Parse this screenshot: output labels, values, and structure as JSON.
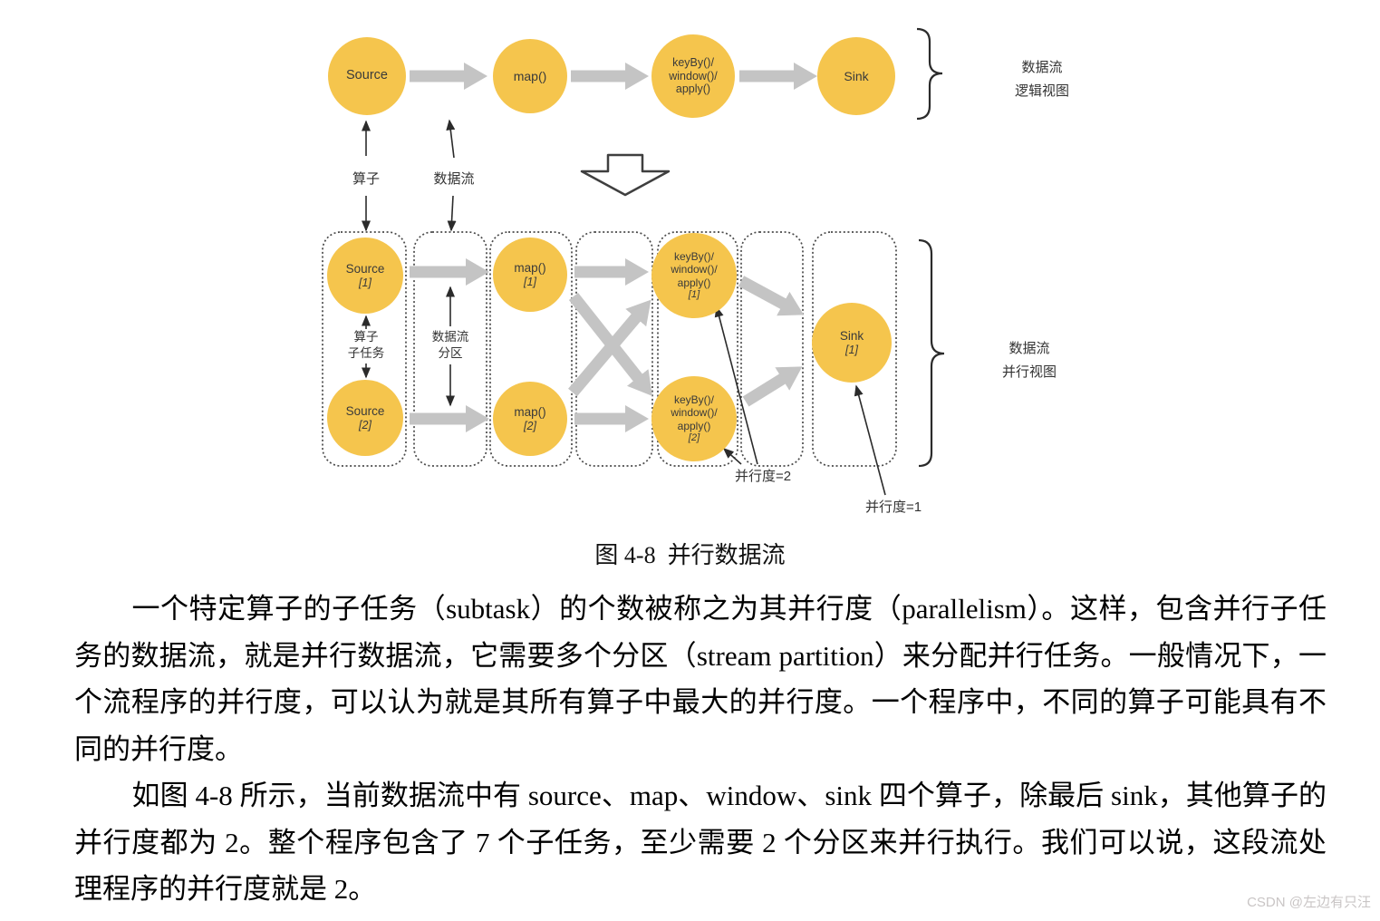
{
  "figure": {
    "logical": {
      "source": "Source",
      "map": "map()",
      "keyby": [
        "keyBy()/",
        "window()/",
        "apply()"
      ],
      "sink": "Sink",
      "bracket": [
        "数据流",
        "逻辑视图"
      ]
    },
    "labels": {
      "operator": "算子",
      "dataflow": "数据流",
      "subtask": [
        "算子",
        "子任务"
      ],
      "partition": [
        "数据流",
        "分区"
      ],
      "parallelism_2": "并行度=2",
      "parallelism_1": "并行度=1"
    },
    "parallel": {
      "source1": [
        "Source",
        "[1]"
      ],
      "source2": [
        "Source",
        "[2]"
      ],
      "map1": [
        "map()",
        "[1]"
      ],
      "map2": [
        "map()",
        "[2]"
      ],
      "keyby1": [
        "keyBy()/",
        "window()/",
        "apply()",
        "[1]"
      ],
      "keyby2": [
        "keyBy()/",
        "window()/",
        "apply()",
        "[2]"
      ],
      "sink1": [
        "Sink",
        "[1]"
      ],
      "bracket": [
        "数据流",
        "并行视图"
      ]
    },
    "colors": {
      "node_fill": "#F5C54D",
      "flow_arrow": "#C4C4C4",
      "line": "#2b2b2b"
    }
  },
  "caption": "图 4-8  并行数据流",
  "body": {
    "p1": "一个特定算子的子任务（subtask）的个数被称之为其并行度（parallelism）。这样，包含并行子任务的数据流，就是并行数据流，它需要多个分区（stream partition）来分配并行任务。一般情况下，一个流程序的并行度，可以认为就是其所有算子中最大的并行度。一个程序中，不同的算子可能具有不同的并行度。",
    "p2": "如图 4-8 所示，当前数据流中有 source、map、window、sink 四个算子，除最后 sink，其他算子的并行度都为 2。整个程序包含了 7 个子任务，至少需要 2 个分区来并行执行。我们可以说，这段流处理程序的并行度就是 2。"
  },
  "watermark": "CSDN @左边有只汪"
}
